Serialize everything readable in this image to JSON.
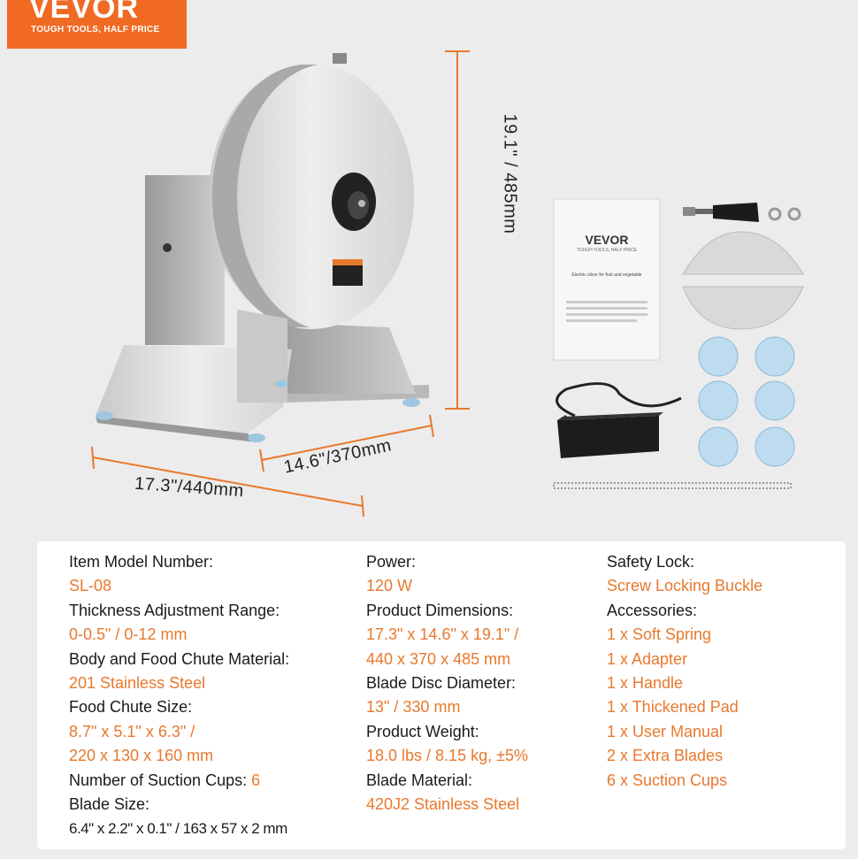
{
  "brand": {
    "name": "VEVOR",
    "tagline": "TOUGH TOOLS, HALF PRICE",
    "color": "#f06a24"
  },
  "dimensions": {
    "height": "19.1\" / 485mm",
    "width": "17.3\"/440mm",
    "depth": "14.6\"/370mm",
    "line_color": "#e8782d"
  },
  "manual": {
    "brand": "VEVOR",
    "tagline": "TOUGH TOOLS, HALF PRICE",
    "title": "Electric slicer for fruit and vegetable"
  },
  "specs": {
    "col1": {
      "model_label": "Item Model Number:",
      "model_value": "SL-08",
      "thickness_label": "Thickness Adjustment Range:",
      "thickness_value": "0-0.5\" / 0-12 mm",
      "material_label": "Body and Food Chute Material:",
      "material_value": "201 Stainless Steel",
      "chute_label": "Food Chute Size:",
      "chute_value_1": "8.7\" x 5.1\" x 6.3\" /",
      "chute_value_2": "220 x 130 x 160 mm",
      "suction_label": "Number of Suction Cups:",
      "suction_value": "6",
      "blade_size_label": "Blade Size:",
      "blade_size_value": "6.4\" x 2.2\" x 0.1\" / 163 x 57 x 2 mm"
    },
    "col2": {
      "power_label": "Power:",
      "power_value": "120 W",
      "dimensions_label": "Product Dimensions:",
      "dimensions_value_1": "17.3\" x 14.6\" x 19.1\" /",
      "dimensions_value_2": "440 x 370 x 485 mm",
      "disc_label": "Blade Disc Diameter:",
      "disc_value": "13\" / 330 mm",
      "weight_label": "Product Weight:",
      "weight_value": "18.0 lbs / 8.15 kg, ±5%",
      "blade_material_label": "Blade Material:",
      "blade_material_value": "420J2 Stainless Steel"
    },
    "col3": {
      "safety_label": "Safety Lock:",
      "safety_value": "Screw Locking Buckle",
      "accessories_label": "Accessories:",
      "accessories": [
        "1 x Soft Spring",
        "1 x Adapter",
        "1 x Handle",
        "1 x Thickened Pad",
        "1 x User Manual",
        "2 x Extra Blades",
        "6 x Suction Cups"
      ]
    },
    "label_color": "#1a1a1a",
    "value_color": "#e8782d"
  }
}
